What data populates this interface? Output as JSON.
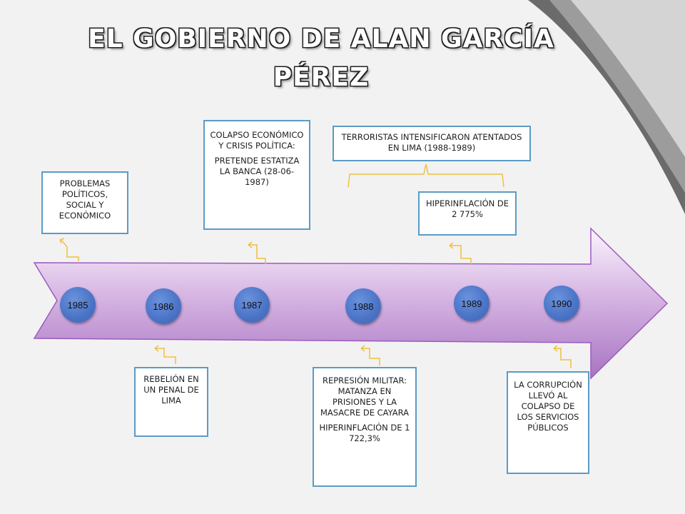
{
  "title": {
    "line1": "EL GOBIERNO DE ALAN GARCÍA",
    "line2": "PÉREZ"
  },
  "timeline": {
    "years": [
      "1985",
      "1986",
      "1987",
      "1988",
      "1989",
      "1990"
    ]
  },
  "events": {
    "e1985": [
      "PROBLEMAS POLÍTICOS, SOCIAL Y ECONÓMICO"
    ],
    "e1986": [
      "REBELIÓN EN UN PENAL DE LIMA"
    ],
    "e1987": [
      "COLAPSO ECONÓMICO Y CRISIS POLÍTICA:",
      "PRETENDE ESTATIZA LA BANCA (28-06-1987)"
    ],
    "e1988_top": [
      "TERRORISTAS INTENSIFICARON ATENTADOS EN LIMA (1988-1989)"
    ],
    "e1988_bottom": [
      "REPRESIÓN MILITAR: MATANZA EN PRISIONES Y LA MASACRE DE CAYARA",
      "HIPERINFLACIÓN DE 1 722,3%"
    ],
    "e1989": [
      "HIPERINFLACIÓN DE 2 775%"
    ],
    "e1990": [
      "LA CORRUPCIÓN LLEVÓ AL COLAPSO DE LOS SERVICIOS PÚBLICOS"
    ]
  },
  "colors": {
    "arrow_fill_light": "#f3e6f7",
    "arrow_fill_dark": "#b07fc7",
    "arrow_stroke": "#9a5bbf",
    "box_border": "#5b9bc5",
    "connector": "#f0c040",
    "year_circle": "#4a73c6"
  }
}
